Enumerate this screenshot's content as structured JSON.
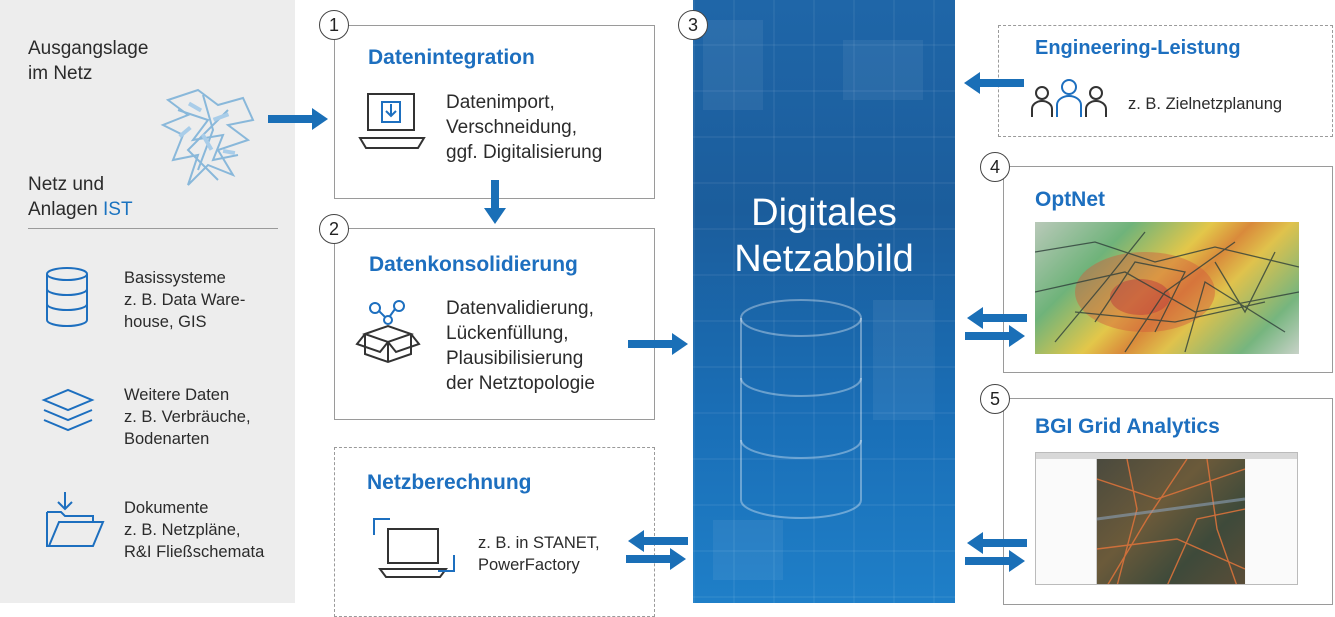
{
  "left": {
    "title": [
      "Ausgangslage",
      "im Netz"
    ],
    "netz_label": "Netz und",
    "anlagen_label": "Anlagen",
    "ist_label": "IST",
    "items": [
      {
        "icon": "database-icon",
        "lines": [
          "Basissysteme",
          "z. B. Data Ware-",
          "house, GIS"
        ]
      },
      {
        "icon": "layers-icon",
        "lines": [
          "Weitere Daten",
          "z. B. Verbräuche,",
          "Bodenarten"
        ]
      },
      {
        "icon": "folder-import-icon",
        "lines": [
          "Dokumente",
          "z. B. Netzpläne,",
          "R&I Fließschemata"
        ]
      }
    ]
  },
  "steps": {
    "s1": {
      "num": "1",
      "title": "Datenintegration",
      "lines": [
        "Datenimport,",
        "Verschneidung,",
        "ggf. Digitalisierung"
      ]
    },
    "s2": {
      "num": "2",
      "title": "Datenkonsolidierung",
      "lines": [
        "Datenvalidierung,",
        "Lückenfüllung,",
        "Plausibilisierung",
        "der Netztopologie"
      ]
    },
    "netz": {
      "title": "Netzberechnung",
      "lines": [
        "z. B. in STANET,",
        "PowerFactory"
      ]
    }
  },
  "center": {
    "num": "3",
    "lines": [
      "Digitales",
      "Netzabbild"
    ]
  },
  "right": {
    "engineering": {
      "title": "Engineering-Leistung",
      "text": "z. B. Zielnetzplanung"
    },
    "optnet": {
      "num": "4",
      "title": "OptNet"
    },
    "bgi": {
      "num": "5",
      "title": "BGI Grid Analytics"
    }
  },
  "colors": {
    "accent": "#1d6fbf",
    "arrow": "#1a6fb7",
    "panel": "#ededed"
  }
}
